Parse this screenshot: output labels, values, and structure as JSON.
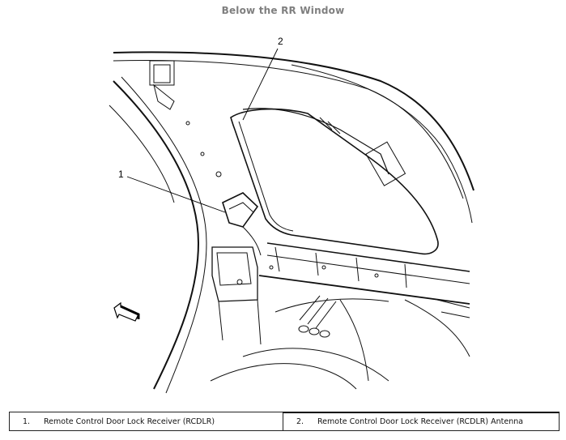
{
  "page": {
    "title": "Below the RR Window"
  },
  "figure": {
    "description": "Line drawing of vehicle rear quarter interior below the rear window",
    "callouts": [
      {
        "id": "1",
        "label": "1"
      },
      {
        "id": "2",
        "label": "2"
      }
    ],
    "direction_arrow": "arrow-icon"
  },
  "legend": {
    "items": [
      {
        "number": "1.",
        "label": "Remote Control Door Lock Receiver (RCDLR)"
      },
      {
        "number": "2.",
        "label": "Remote Control Door Lock Receiver (RCDLR) Antenna"
      }
    ]
  }
}
